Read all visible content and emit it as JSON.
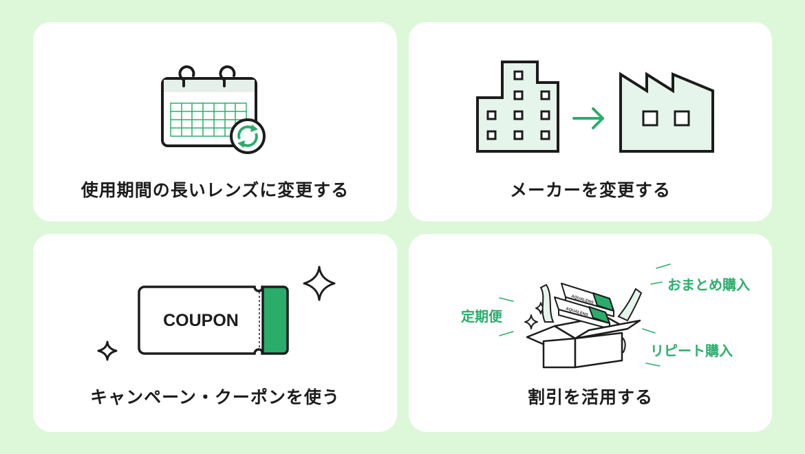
{
  "cards": [
    {
      "label": "使用期間の長いレンズに変更する"
    },
    {
      "label": "メーカーを変更する"
    },
    {
      "label": "キャンペーン・クーポンを使う"
    },
    {
      "label": "割引を活用する"
    }
  ],
  "coupon": {
    "text": "COUPON"
  },
  "discount_tags": {
    "subscription": "定期便",
    "bulk": "おまとめ購入",
    "repeat": "リピート購入"
  },
  "product": {
    "brand": "AQUALENS"
  },
  "colors": {
    "background": "#dcf8d8",
    "card": "#ffffff",
    "accent": "#2aad6b",
    "ink": "#1c1c1c",
    "pale_green": "#e6f5ec"
  }
}
